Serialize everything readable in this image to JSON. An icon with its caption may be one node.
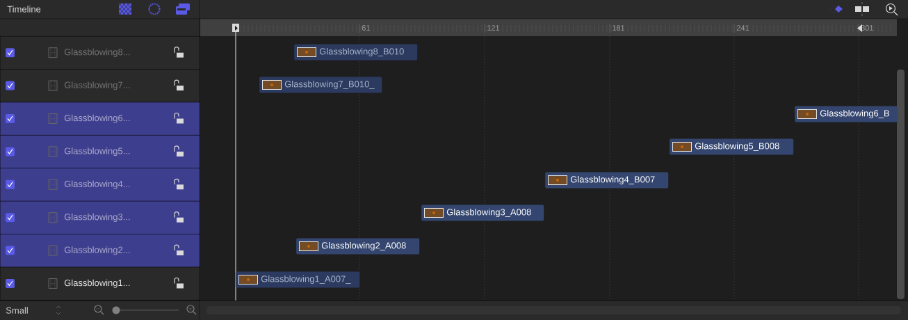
{
  "diagram": {
    "title": "Timeline",
    "nodes": [
      {
        "text": [
          "Glassblowing8..."
        ]
      },
      {
        "text": [
          "Glassblowing7..."
        ]
      },
      {
        "text": [
          "Glassblowing6..."
        ]
      },
      {
        "text": [
          "Glassblowing5..."
        ]
      },
      {
        "text": [
          "Glassblowing4..."
        ]
      },
      {
        "text": [
          "Glassblowing3..."
        ]
      },
      {
        "text": [
          "Glassblowing2..."
        ]
      },
      {
        "text": [
          "Glassblowing1..."
        ]
      },
      {
        "text": [
          "Glassblowing8_B010"
        ]
      },
      {
        "text": [
          "Glassblowing7_B010_"
        ]
      },
      {
        "text": [
          "Glassblowing6_B"
        ]
      },
      {
        "text": [
          "Glassblowing5_B008"
        ]
      },
      {
        "text": [
          "Glassblowing4_B007"
        ]
      },
      {
        "text": [
          "Glassblowing3_A008"
        ]
      },
      {
        "text": [
          "Glassblowing2_A008"
        ]
      },
      {
        "text": [
          "Glassblowing1_A007_"
        ]
      }
    ],
    "edges": [],
    "labels": [
      "61",
      "121",
      "181",
      "241",
      "301",
      "Small"
    ]
  }
}
